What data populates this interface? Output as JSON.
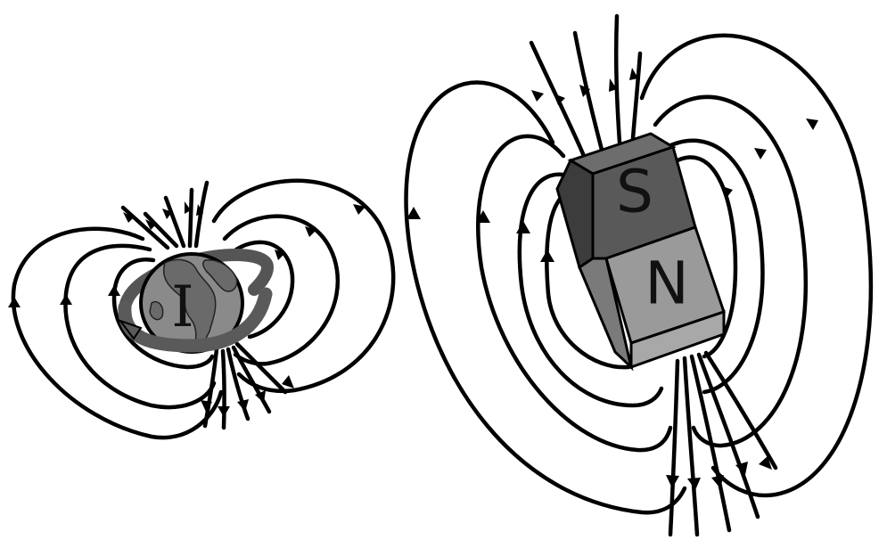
{
  "figure": {
    "left_group": {
      "label": "I",
      "description_icon": "earth-globe-icon"
    },
    "right_group": {
      "top_pole": "S",
      "bottom_pole": "N"
    }
  },
  "colors": {
    "line": "#000000",
    "magnet_top_face": "#6d6d6d",
    "magnet_s_front": "#595959",
    "magnet_s_side": "#3c3c3c",
    "magnet_n_front": "#9a9a9a",
    "magnet_n_side": "#7a7a7a",
    "earth_ocean": "#8a8a8a",
    "earth_land": "#6a6a6a",
    "earth_ring": "#5a5a5a"
  }
}
